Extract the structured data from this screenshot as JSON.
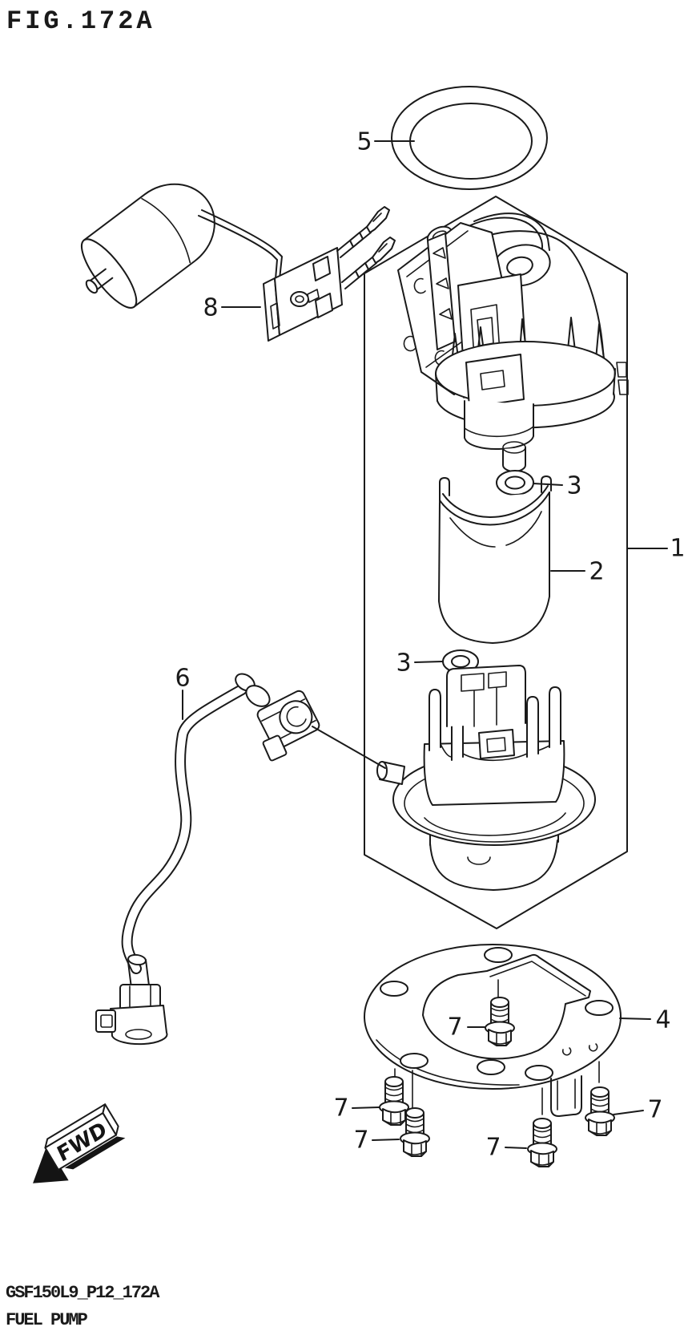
{
  "figure": {
    "title": "FIG.172A"
  },
  "callouts": {
    "part1": "1",
    "part2": "2",
    "part3_upper": "3",
    "part3_lower": "3",
    "part4": "4",
    "part5": "5",
    "part6": "6",
    "part7_center": "7",
    "part7_left_upper": "7",
    "part7_left_lower": "7",
    "part7_bottom": "7",
    "part7_right": "7",
    "part8": "8"
  },
  "direction_badge": {
    "label": "FWD"
  },
  "footer": {
    "code": "GSF150L9_P12_172A",
    "title": "FUEL PUMP"
  }
}
